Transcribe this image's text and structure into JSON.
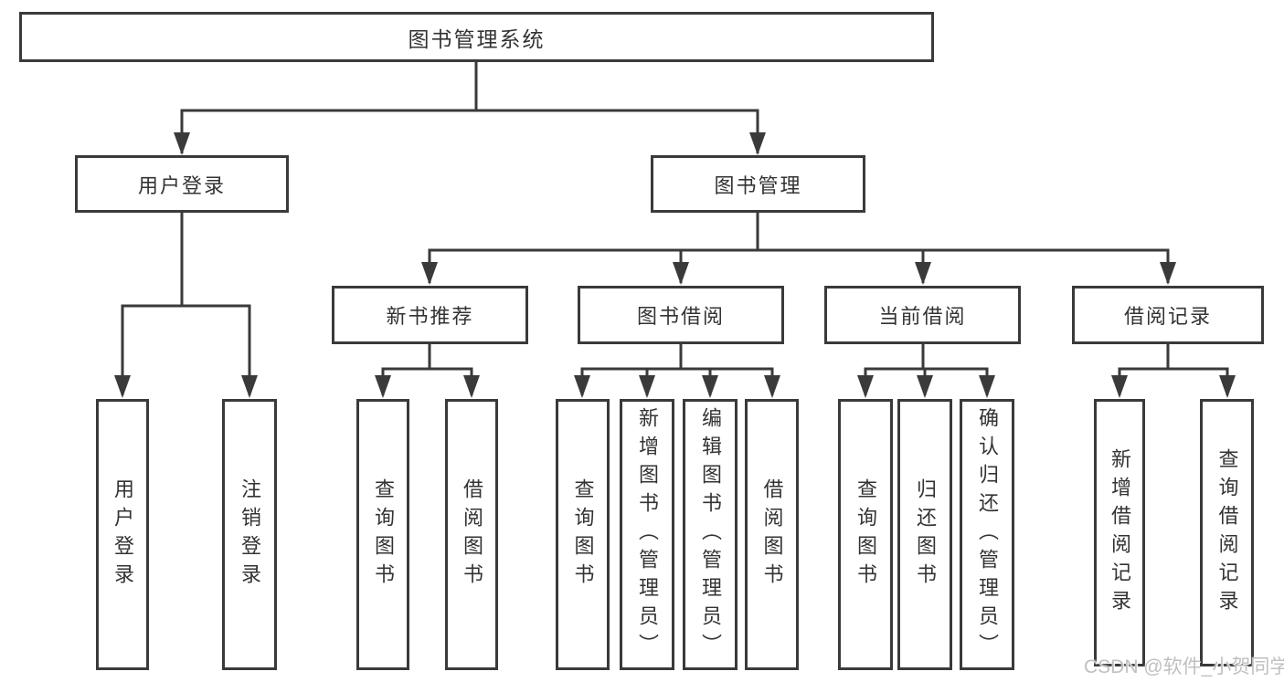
{
  "diagram": {
    "root": {
      "id": "library-management-system",
      "label": "图书管理系统"
    },
    "level2": [
      {
        "id": "user-login",
        "label": "用户登录",
        "parent": "library-management-system"
      },
      {
        "id": "book-management",
        "label": "图书管理",
        "parent": "library-management-system"
      }
    ],
    "level3": [
      {
        "id": "new-book-recommend",
        "label": "新书推荐",
        "parent": "book-management"
      },
      {
        "id": "book-borrowing",
        "label": "图书借阅",
        "parent": "book-management"
      },
      {
        "id": "current-borrowing",
        "label": "当前借阅",
        "parent": "book-management"
      },
      {
        "id": "borrowing-records",
        "label": "借阅记录",
        "parent": "book-management"
      }
    ],
    "leaves": [
      {
        "label": "用户登录",
        "parent": "user-login"
      },
      {
        "label": "注销登录",
        "parent": "user-login"
      },
      {
        "label": "查询图书",
        "parent": "new-book-recommend"
      },
      {
        "label": "借阅图书",
        "parent": "new-book-recommend"
      },
      {
        "label": "查询图书",
        "parent": "book-borrowing"
      },
      {
        "label": "新增图书（管理员）",
        "parent": "book-borrowing"
      },
      {
        "label": "编辑图书（管理员）",
        "parent": "book-borrowing"
      },
      {
        "label": "借阅图书",
        "parent": "book-borrowing"
      },
      {
        "label": "查询图书",
        "parent": "current-borrowing"
      },
      {
        "label": "归还图书",
        "parent": "current-borrowing"
      },
      {
        "label": "确认归还（管理员）",
        "parent": "current-borrowing"
      },
      {
        "label": "新增借阅记录",
        "parent": "borrowing-records"
      },
      {
        "label": "查询借阅记录",
        "parent": "borrowing-records"
      }
    ],
    "watermark": "CSDN @软件_小贺同学",
    "colors": {
      "line": "#3a3a3a",
      "box_border": "#3a3a3a",
      "text": "#333333",
      "background": "#ffffff",
      "watermark": "#c0c0c0"
    }
  }
}
